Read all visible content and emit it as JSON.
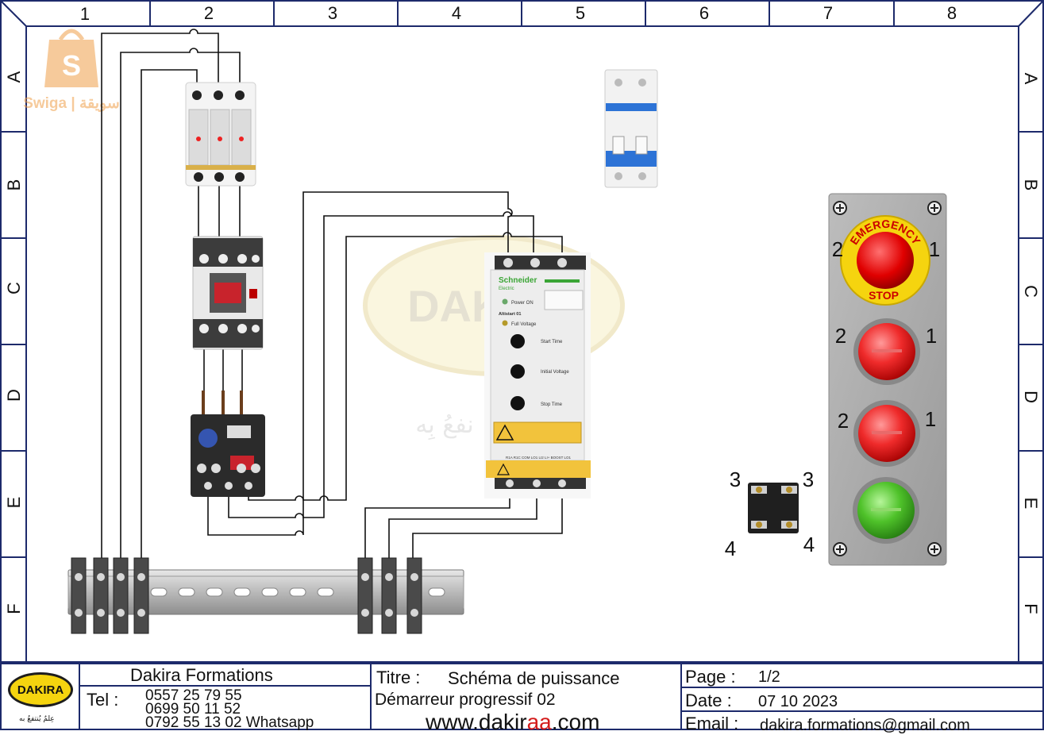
{
  "frame": {
    "columns": [
      "1",
      "2",
      "3",
      "4",
      "5",
      "6",
      "7",
      "8"
    ],
    "rows": [
      "A",
      "B",
      "C",
      "D",
      "E",
      "F"
    ]
  },
  "watermark": {
    "swiga_text": "Swiga | سويقة",
    "dakira_text": "DAKIRA",
    "slogan_arabic": "نفعُ بِه"
  },
  "emergency_label_top": "EMERGENCY",
  "emergency_label_bottom": "STOP",
  "terminal_numbers": {
    "emergency_left": "2",
    "emergency_right": "1",
    "red1_left": "2",
    "red1_right": "1",
    "red2_left": "2",
    "red2_right": "1",
    "contact_top_left": "3",
    "contact_top_right": "3",
    "contact_bottom_left": "4",
    "contact_bottom_right": "4"
  },
  "softstarter": {
    "brand": "Schneider",
    "brand_sub": "Electric",
    "power_on": "Power ON",
    "model": "Altistart 01",
    "full_voltage": "Full Voltage",
    "start_time": "Start Time",
    "initial_voltage": "Initial Voltage",
    "stop_time": "Stop Time",
    "bottom_terminals": "R1A R1C COM LO1 LI2 LI+ BOOST LO1"
  },
  "title_block": {
    "logo_text": "DAKIRA",
    "logo_slogan": "عِلمٌ يُنتفعُ به",
    "company": "Dakira Formations",
    "tel_label": "Tel :",
    "phones": [
      "0557 25 79 55",
      "0699 50 11 52",
      "0792 55 13 02 Whatsapp"
    ],
    "titre_label": "Titre :",
    "titre_value": "Schéma de puissance",
    "subtitle": "Démarreur progressif 02",
    "website_pre": "www.dakir",
    "website_mid": "aa",
    "website_post": ".com",
    "page_label": "Page :",
    "page_value": "1/2",
    "date_label": "Date :",
    "date_value": "07 10 2023",
    "email_label": "Email :",
    "email_value": "dakira.formations@gmail.com"
  }
}
